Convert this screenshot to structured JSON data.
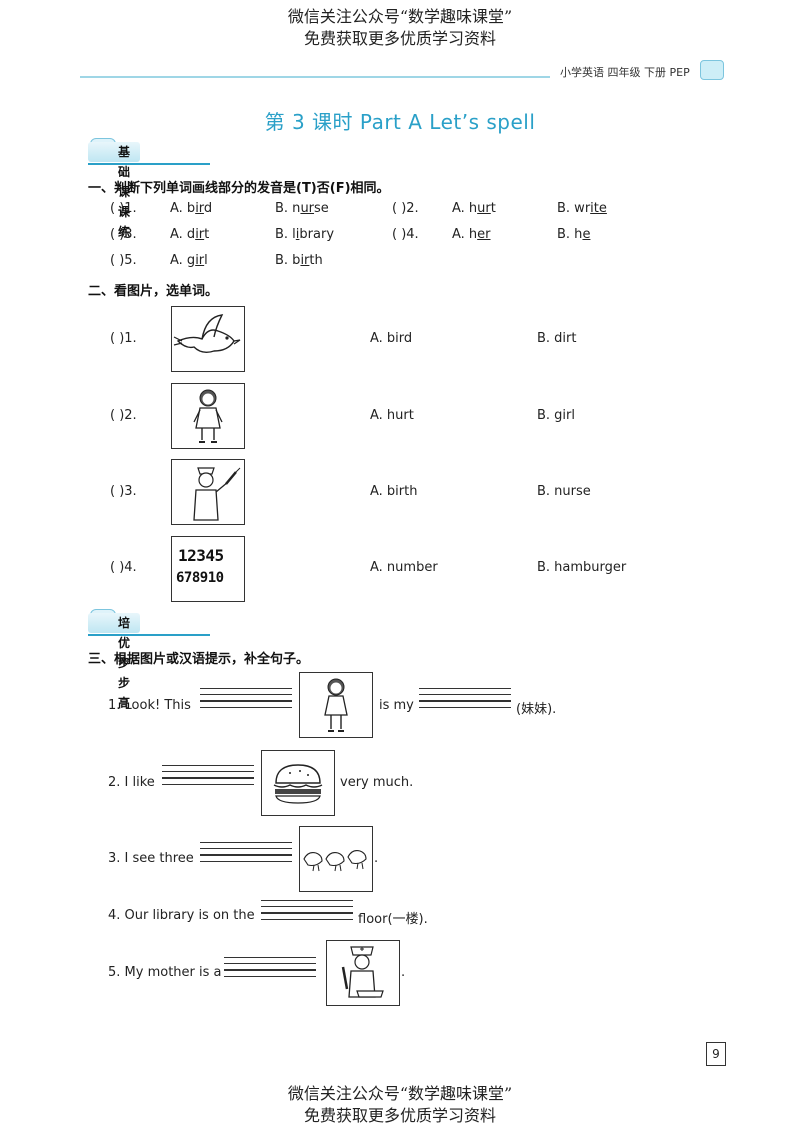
{
  "watermark": {
    "line1": "微信关注公众号“数学趣味课堂”",
    "line2": "免费获取更多优质学习资料"
  },
  "header": {
    "tag": "小学英语 四年级 下册 PEP"
  },
  "title": "第 3 课时   Part A   Let’s spell",
  "badges": {
    "basic": "基础课课练",
    "advanced": "培优步步高"
  },
  "section1": {
    "heading": "一、判断下列单词画线部分的发音是(T)否(F)相同。",
    "items": [
      {
        "num": "(      )1.",
        "a_pre": "A. b",
        "a_u": "ir",
        "a_post": "d",
        "b_pre": "B. n",
        "b_u": "ur",
        "b_post": "se"
      },
      {
        "num": "(      )2.",
        "a_pre": "A. h",
        "a_u": "ur",
        "a_post": "t",
        "b_pre": "B. wr",
        "b_u": "ite",
        "b_post": ""
      },
      {
        "num": "(      )3.",
        "a_pre": "A. d",
        "a_u": "ir",
        "a_post": "t",
        "b_pre": "B. l",
        "b_u": "i",
        "b_post": "brary"
      },
      {
        "num": "(      )4.",
        "a_pre": "A. h",
        "a_u": "er",
        "a_post": "",
        "b_pre": "B. h",
        "b_u": "e",
        "b_post": ""
      },
      {
        "num": "(      )5.",
        "a_pre": "A. g",
        "a_u": "ir",
        "a_post": "l",
        "b_pre": "B. b",
        "b_u": "ir",
        "b_post": "th"
      }
    ]
  },
  "section2": {
    "heading": "二、看图片，选单词。",
    "items": [
      {
        "num": "(      )1.",
        "a": "A. bird",
        "b": "B. dirt",
        "picture": "bird-picture"
      },
      {
        "num": "(      )2.",
        "a": "A. hurt",
        "b": "B. girl",
        "picture": "girl-picture"
      },
      {
        "num": "(      )3.",
        "a": "A. birth",
        "b": "B. nurse",
        "picture": "nurse-picture"
      },
      {
        "num": "(      )4.",
        "a": "A. number",
        "b": "B. hamburger",
        "picture": "numbers-picture",
        "numbers_top": "12345",
        "numbers_bottom": "678910"
      }
    ]
  },
  "section3": {
    "heading": "三、根据图片或汉语提示，补全句子。",
    "s1": {
      "pre": "1. Look! This",
      "mid": "is my",
      "post": "(妹妹)."
    },
    "s2": {
      "pre": "2. I like",
      "post": "very much."
    },
    "s3": {
      "pre": "3. I see three",
      "post": "."
    },
    "s4": {
      "pre": "4. Our library is on the",
      "post": "floor(一楼)."
    },
    "s5": {
      "pre": "5. My mother is a",
      "post": "."
    }
  },
  "page_number": "9",
  "colors": {
    "accent": "#2aa0c8",
    "badge": "#bfe6f2"
  }
}
